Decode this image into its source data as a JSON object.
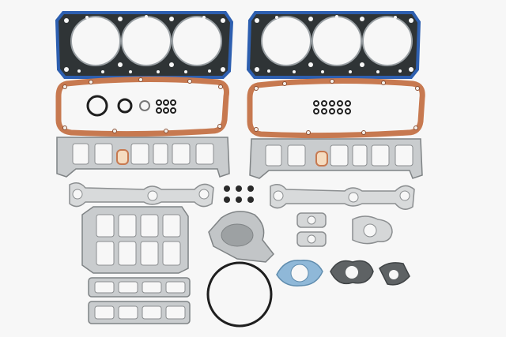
{
  "photo": {
    "background": "#f7f7f7",
    "colors": {
      "head_gasket_metal": "#2f3436",
      "head_gasket_edge": "#2d5fb0",
      "cork": "#c77950",
      "cork_inner": "#f5f1ec",
      "graphite": "#8b8e90",
      "graphite_light": "#c9ccce",
      "fiber_blue": "#8fb8d8",
      "o_ring": "#1f1f1f"
    },
    "parts": [
      {
        "name": "head-gasket-left",
        "icon": "head-gasket-icon"
      },
      {
        "name": "head-gasket-right",
        "icon": "head-gasket-icon"
      },
      {
        "name": "valve-cover-gasket-left",
        "icon": "valve-cover-gasket-icon"
      },
      {
        "name": "valve-cover-gasket-right",
        "icon": "valve-cover-gasket-icon"
      },
      {
        "name": "intake-manifold-gasket-left",
        "icon": "intake-gasket-icon"
      },
      {
        "name": "intake-manifold-gasket-right",
        "icon": "intake-gasket-icon"
      },
      {
        "name": "exhaust-gasket-left",
        "icon": "exhaust-gasket-icon"
      },
      {
        "name": "exhaust-gasket-right",
        "icon": "exhaust-gasket-icon"
      },
      {
        "name": "upper-intake-gasket",
        "icon": "plenum-gasket-icon"
      },
      {
        "name": "throttle-body-gasket",
        "icon": "throttle-gasket-icon"
      },
      {
        "name": "egr-gasket",
        "icon": "egr-gasket-icon"
      },
      {
        "name": "thermostat-gasket",
        "icon": "thermostat-gasket-icon"
      },
      {
        "name": "small-flange-gaskets",
        "icon": "flange-gasket-icon"
      },
      {
        "name": "large-o-ring",
        "icon": "o-ring-icon"
      },
      {
        "name": "valve-stem-seals",
        "icon": "seal-icon"
      }
    ]
  }
}
